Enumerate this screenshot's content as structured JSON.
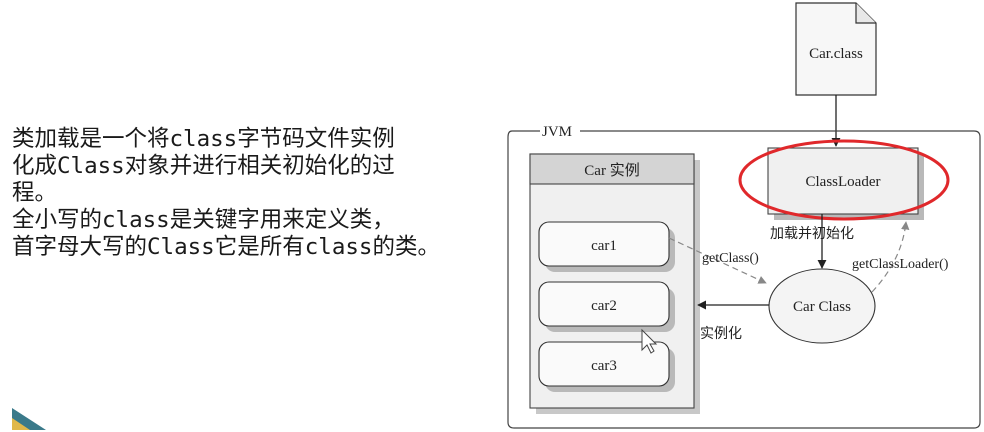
{
  "description_lines": [
    "类加载是一个将class字节码文件实例",
    "化成Class对象并进行相关初始化的过",
    "程。",
    "全小写的class是关键字用来定义类，",
    "首字母大写的Class它是所有class的类。"
  ],
  "diagram": {
    "file_label": "Car.class",
    "jvm_label": "JVM",
    "instance_panel_title": "Car 实例",
    "instances": [
      "car1",
      "car2",
      "car3"
    ],
    "classloader_label": "ClassLoader",
    "car_class_label": "Car Class",
    "load_init_label": "加载并初始化",
    "getclass_label": "getClass()",
    "getclassloader_label": "getClassLoader()",
    "instantiate_label": "实例化",
    "highlight_color": "#e0282b"
  }
}
